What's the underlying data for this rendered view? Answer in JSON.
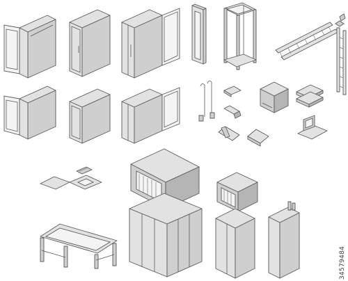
{
  "watermark_id": "34579484",
  "colors": {
    "face_light": "#e2e2e2",
    "face_mid": "#cfcfcf",
    "face_dark": "#b5b5b5",
    "outline": "#5a5a5a",
    "background": "#ffffff"
  },
  "items": [
    "server-cabinet-open-door-tall",
    "server-cabinet-closed-tall",
    "server-cabinet-double-open",
    "two-post-rack",
    "four-post-open-frame",
    "cable-ladder-tray",
    "cable-bracket",
    "server-cabinet-open-door-short",
    "server-cabinet-closed-short",
    "server-cabinet-double-open-short",
    "patch-cables",
    "small-components",
    "cube-box",
    "flat-devices",
    "laptop",
    "floor-tiles",
    "raised-floor-stand",
    "large-cabinet-with-ac-unit",
    "medium-cabinet-with-ac-unit",
    "slim-cabinet"
  ]
}
